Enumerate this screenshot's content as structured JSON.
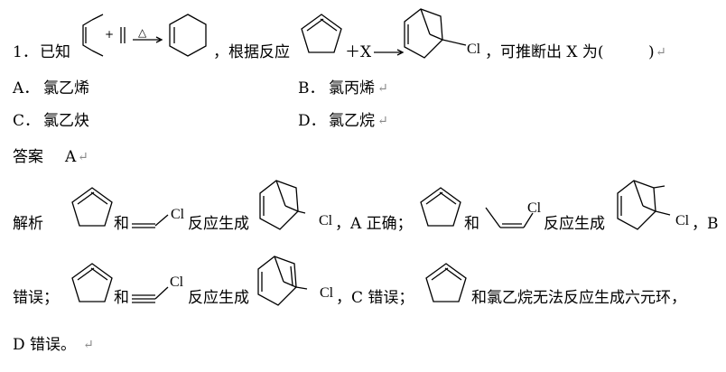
{
  "question": {
    "number": "1．",
    "known": "已知",
    "plus_small": "+",
    "heat": "△",
    "according": "，根据反应",
    "plus_x": "＋X",
    "cl": "Cl",
    "infer": "，可推断出 X 为(",
    "blank_close": ")",
    "return_mark": "↵"
  },
  "options": [
    {
      "label": "A．",
      "text": "氯乙烯"
    },
    {
      "label": "B．",
      "text": "氯丙烯"
    },
    {
      "label": "C．",
      "text": "氯乙炔"
    },
    {
      "label": "D．",
      "text": "氯乙烷"
    }
  ],
  "answer": {
    "label": "答案",
    "value": "A"
  },
  "analysis": {
    "label": "解析",
    "he": "和",
    "react_gen": "反应生成",
    "cl": "Cl",
    "a_correct": "，A 正确；",
    "b_comma": "，B",
    "b_wrong": "错误；",
    "c_wrong": "，C 错误；",
    "no_react": "和氯乙烷无法反应生成六元环，",
    "d_wrong": "D 错误。"
  }
}
